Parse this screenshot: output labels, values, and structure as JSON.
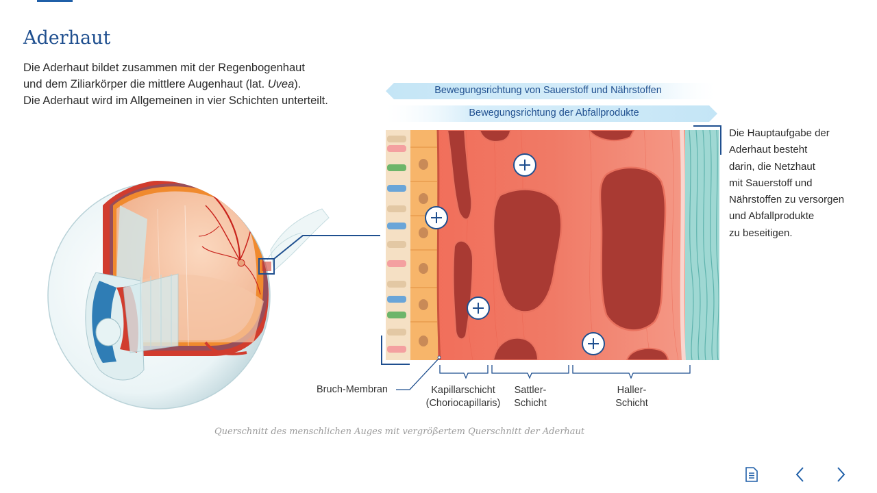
{
  "page": {
    "title": "Aderhaut",
    "intro_line1": "Die Aderhaut bildet zusammen mit der Regenbogenhaut",
    "intro_line2a": "und dem Ziliarkörper die mittlere Augenhaut (lat. ",
    "intro_line2_italic": "Uvea",
    "intro_line2b": ").",
    "intro_line3": "Die Aderhaut wird im Allgemeinen in vier Schichten unterteilt."
  },
  "figure": {
    "arrow_top_label": "Bewegungsrichtung von Sauerstoff und Nährstoffen",
    "arrow_bottom_label": "Bewegungsrichtung der Abfallprodukte",
    "side_text": [
      "Die Hauptaufgabe der",
      "Aderhaut besteht",
      "darin, die Netzhaut",
      "mit Sauerstoff und",
      "Nährstoffen zu versorgen",
      "und Abfallprodukte",
      "zu beseitigen."
    ],
    "labels": {
      "bruch": "Bruch-Membran",
      "kapillar_1": "Kapillarschicht",
      "kapillar_2": "(Choriocapillaris)",
      "sattler_1": "Sattler-",
      "sattler_2": "Schicht",
      "haller_1": "Haller-",
      "haller_2": "Schicht"
    },
    "caption": "Querschnitt des menschlichen Auges mit vergrößertem Querschnitt der Aderhaut"
  },
  "nav": {
    "notes_icon": "document-icon",
    "prev_icon": "chevron-left-icon",
    "next_icon": "chevron-right-icon"
  },
  "colors": {
    "accent": "#1f5fa8",
    "title": "#1f4f8f",
    "tissue": "#ee6b58",
    "vessel": "#a93a33",
    "sclera": "#8fcfcc",
    "arrow": "#cfe9f7"
  }
}
